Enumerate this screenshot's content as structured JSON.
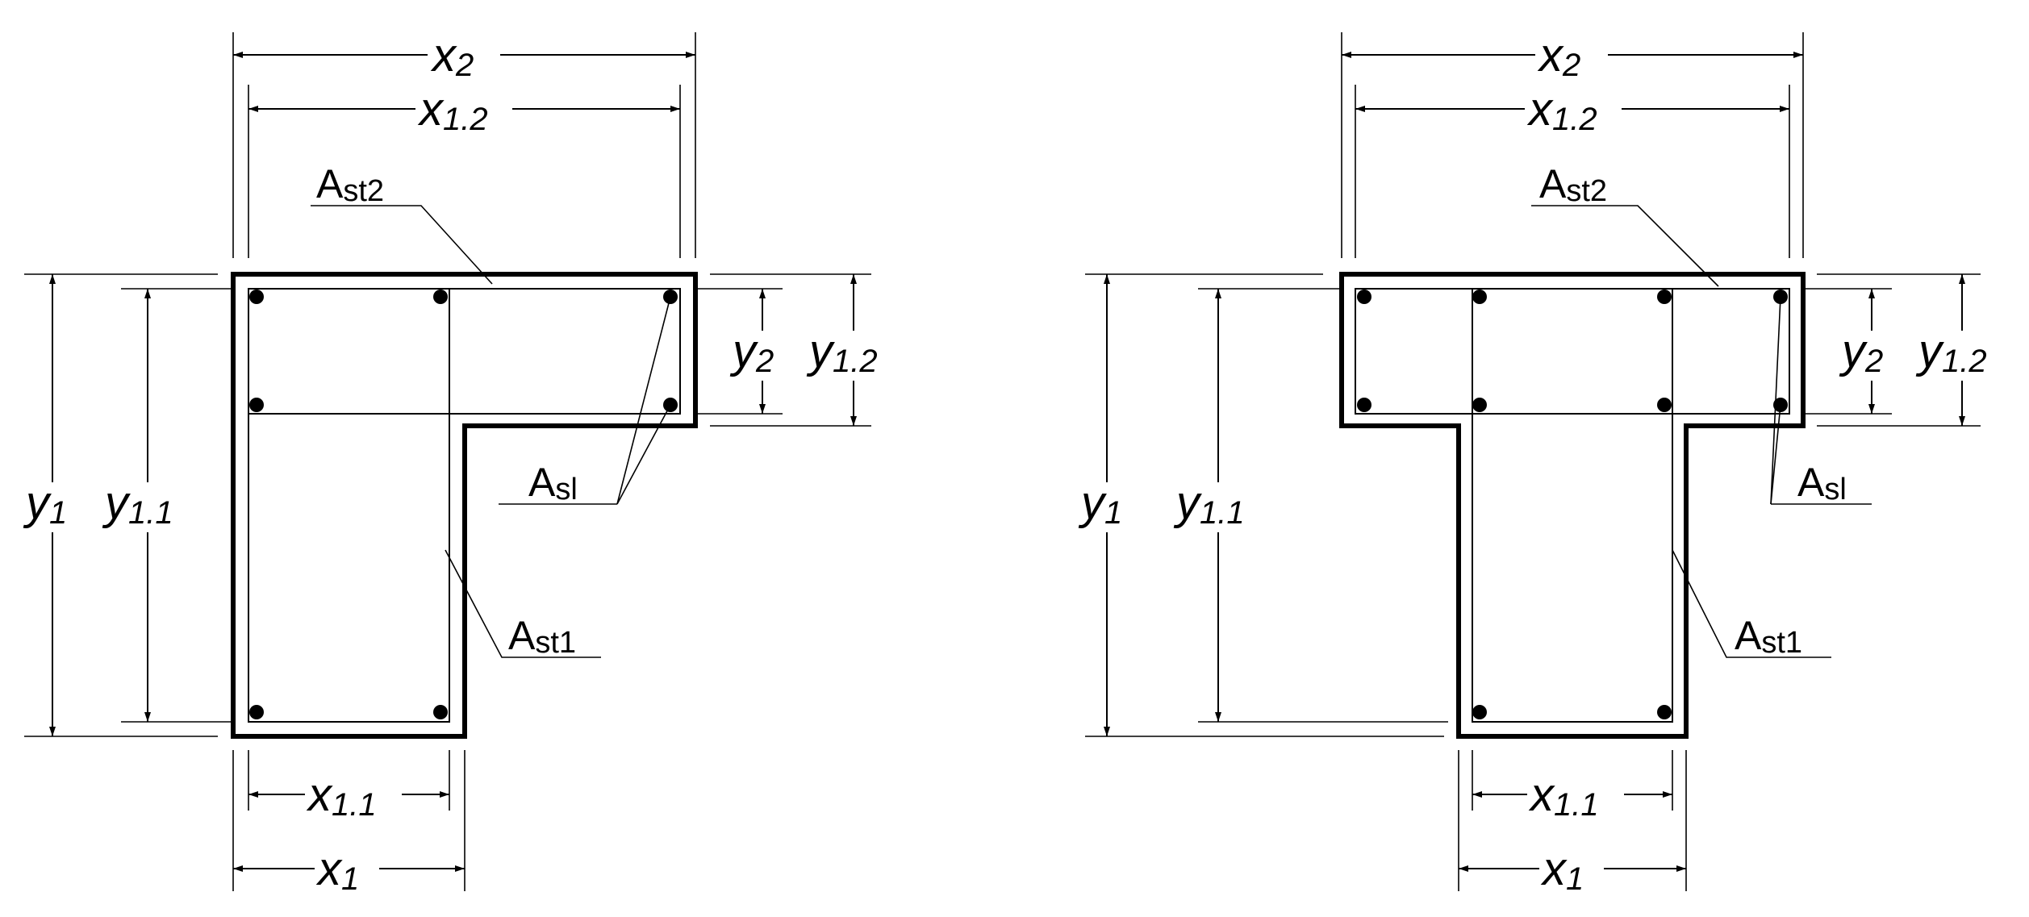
{
  "figures": [
    {
      "name": "L-section",
      "labels": {
        "x2": {
          "main": "x",
          "sub": "2"
        },
        "x12": {
          "main": "x",
          "sub": "1.2"
        },
        "x11": {
          "main": "x",
          "sub": "1.1"
        },
        "x1": {
          "main": "x",
          "sub": "1"
        },
        "y1": {
          "main": "y",
          "sub": "1"
        },
        "y11": {
          "main": "y",
          "sub": "1.1"
        },
        "y2": {
          "main": "y",
          "sub": "2"
        },
        "y12": {
          "main": "y",
          "sub": "1.2"
        },
        "ast2": {
          "main": "A",
          "sub": "st2"
        },
        "asl": {
          "main": "A",
          "sub": "sl"
        },
        "ast1": {
          "main": "A",
          "sub": "st1"
        }
      }
    },
    {
      "name": "T-section",
      "labels": {
        "x2": {
          "main": "x",
          "sub": "2"
        },
        "x12": {
          "main": "x",
          "sub": "1.2"
        },
        "x11": {
          "main": "x",
          "sub": "1.1"
        },
        "x1": {
          "main": "x",
          "sub": "1"
        },
        "y1": {
          "main": "y",
          "sub": "1"
        },
        "y11": {
          "main": "y",
          "sub": "1.1"
        },
        "y2": {
          "main": "y",
          "sub": "2"
        },
        "y12": {
          "main": "y",
          "sub": "1.2"
        },
        "ast2": {
          "main": "A",
          "sub": "st2"
        },
        "asl": {
          "main": "A",
          "sub": "sl"
        },
        "ast1": {
          "main": "A",
          "sub": "st1"
        }
      }
    }
  ]
}
